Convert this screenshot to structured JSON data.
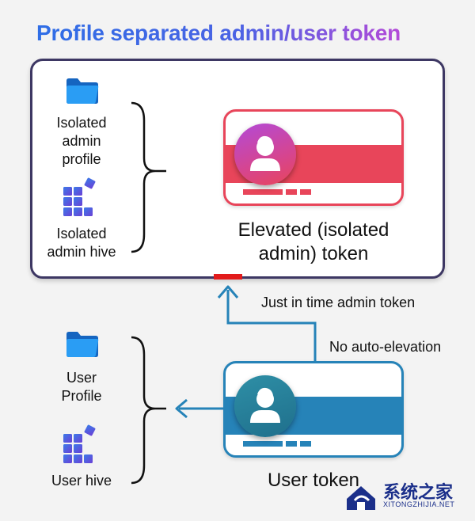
{
  "title": "Profile separated admin/user token",
  "admin_section": {
    "profile_label": "Isolated\nadmin\nprofile",
    "hive_label": "Isolated\nadmin hive",
    "token_label": "Elevated (isolated\nadmin) token"
  },
  "user_section": {
    "profile_label": "User\nProfile",
    "hive_label": "User hive",
    "token_label": "User token"
  },
  "connectors": {
    "jit_label": "Just in time admin token",
    "no_elevation_label": "No auto-elevation"
  },
  "watermark": {
    "text": "系统之家",
    "sub": "XITONGZHIJIA.NET"
  },
  "colors": {
    "admin_border": "#3d3763",
    "admin_token": "#e8455a",
    "user_token": "#2683b8",
    "arrow": "#2683b8",
    "jit_marker": "#e21b1b",
    "folder": "#1e88e5",
    "hive": "#2f5bd8"
  },
  "icons": {
    "folder": "folder-icon",
    "hive": "registry-hive-icon",
    "user": "user-avatar-icon"
  }
}
